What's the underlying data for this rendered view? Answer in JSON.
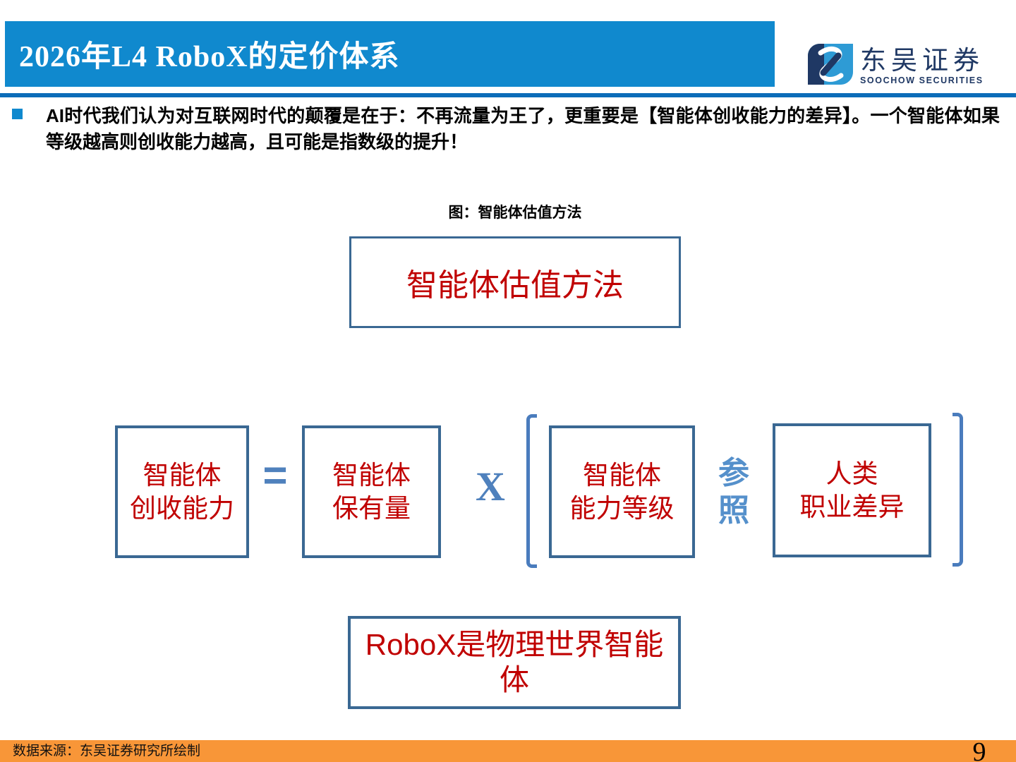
{
  "colors": {
    "header_blue": "#1089CE",
    "accent_line_blue": "#0C6CB8",
    "box_border_blue": "#3A6893",
    "diagram_text_red": "#C00000",
    "operator_blue": "#4F81BD",
    "reference_blue": "#5590CB",
    "bracket_blue": "#4A7CBD",
    "footer_orange": "#F89638",
    "logo_navy": "#1F3864",
    "logo_light_blue": "#2E9BD5"
  },
  "header": {
    "title": "2026年L4 RoboX的定价体系",
    "logo": {
      "name_cn": "东吴证券",
      "name_en": "SOOCHOW SECURITIES"
    }
  },
  "bullet": {
    "text": "AI时代我们认为对互联网时代的颠覆是在于：不再流量为王了，更重要是【智能体创收能力的差异】。一个智能体如果等级越高则创收能力越高，且可能是指数级的提升！"
  },
  "figure": {
    "caption": "图：智能体估值方法",
    "method_box": "智能体估值方法",
    "equation": {
      "result": {
        "line1": "智能体",
        "line2": "创收能力"
      },
      "equals": "=",
      "installed_base": {
        "line1": "智能体",
        "line2": "保有量"
      },
      "multiply": "X",
      "capability_level": {
        "line1": "智能体",
        "line2": "能力等级"
      },
      "reference": {
        "char1": "参",
        "char2": "照"
      },
      "human_occupation": {
        "line1": "人类",
        "line2": "职业差异"
      }
    },
    "conclusion_box": "RoboX是物理世界智能体"
  },
  "footer": {
    "source": "数据来源：东吴证券研究所绘制",
    "page": "9"
  }
}
